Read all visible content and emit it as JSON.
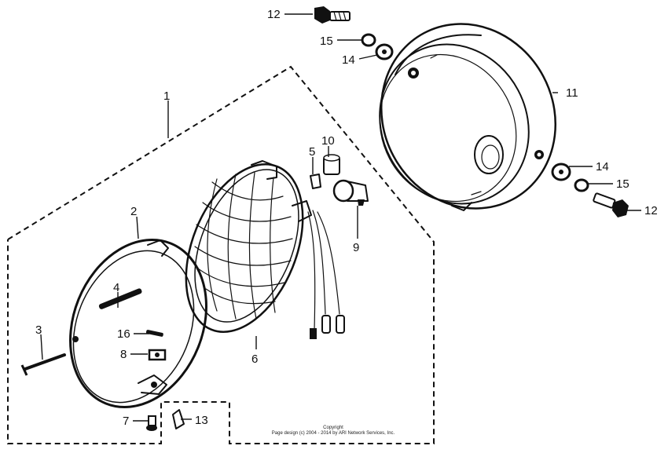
{
  "callouts": {
    "p1": "1",
    "p2": "2",
    "p3": "3",
    "p4": "4",
    "p5": "5",
    "p6": "6",
    "p7": "7",
    "p8": "8",
    "p9": "9",
    "p10": "10",
    "p11": "11",
    "p12a": "12",
    "p12b": "12",
    "p13": "13",
    "p14a": "14",
    "p14b": "14",
    "p15a": "15",
    "p15b": "15",
    "p16": "16"
  },
  "copyright": {
    "line1": "Copyright",
    "line2": "Page design (c) 2004 - 2014 by ARI Network Services, Inc."
  }
}
